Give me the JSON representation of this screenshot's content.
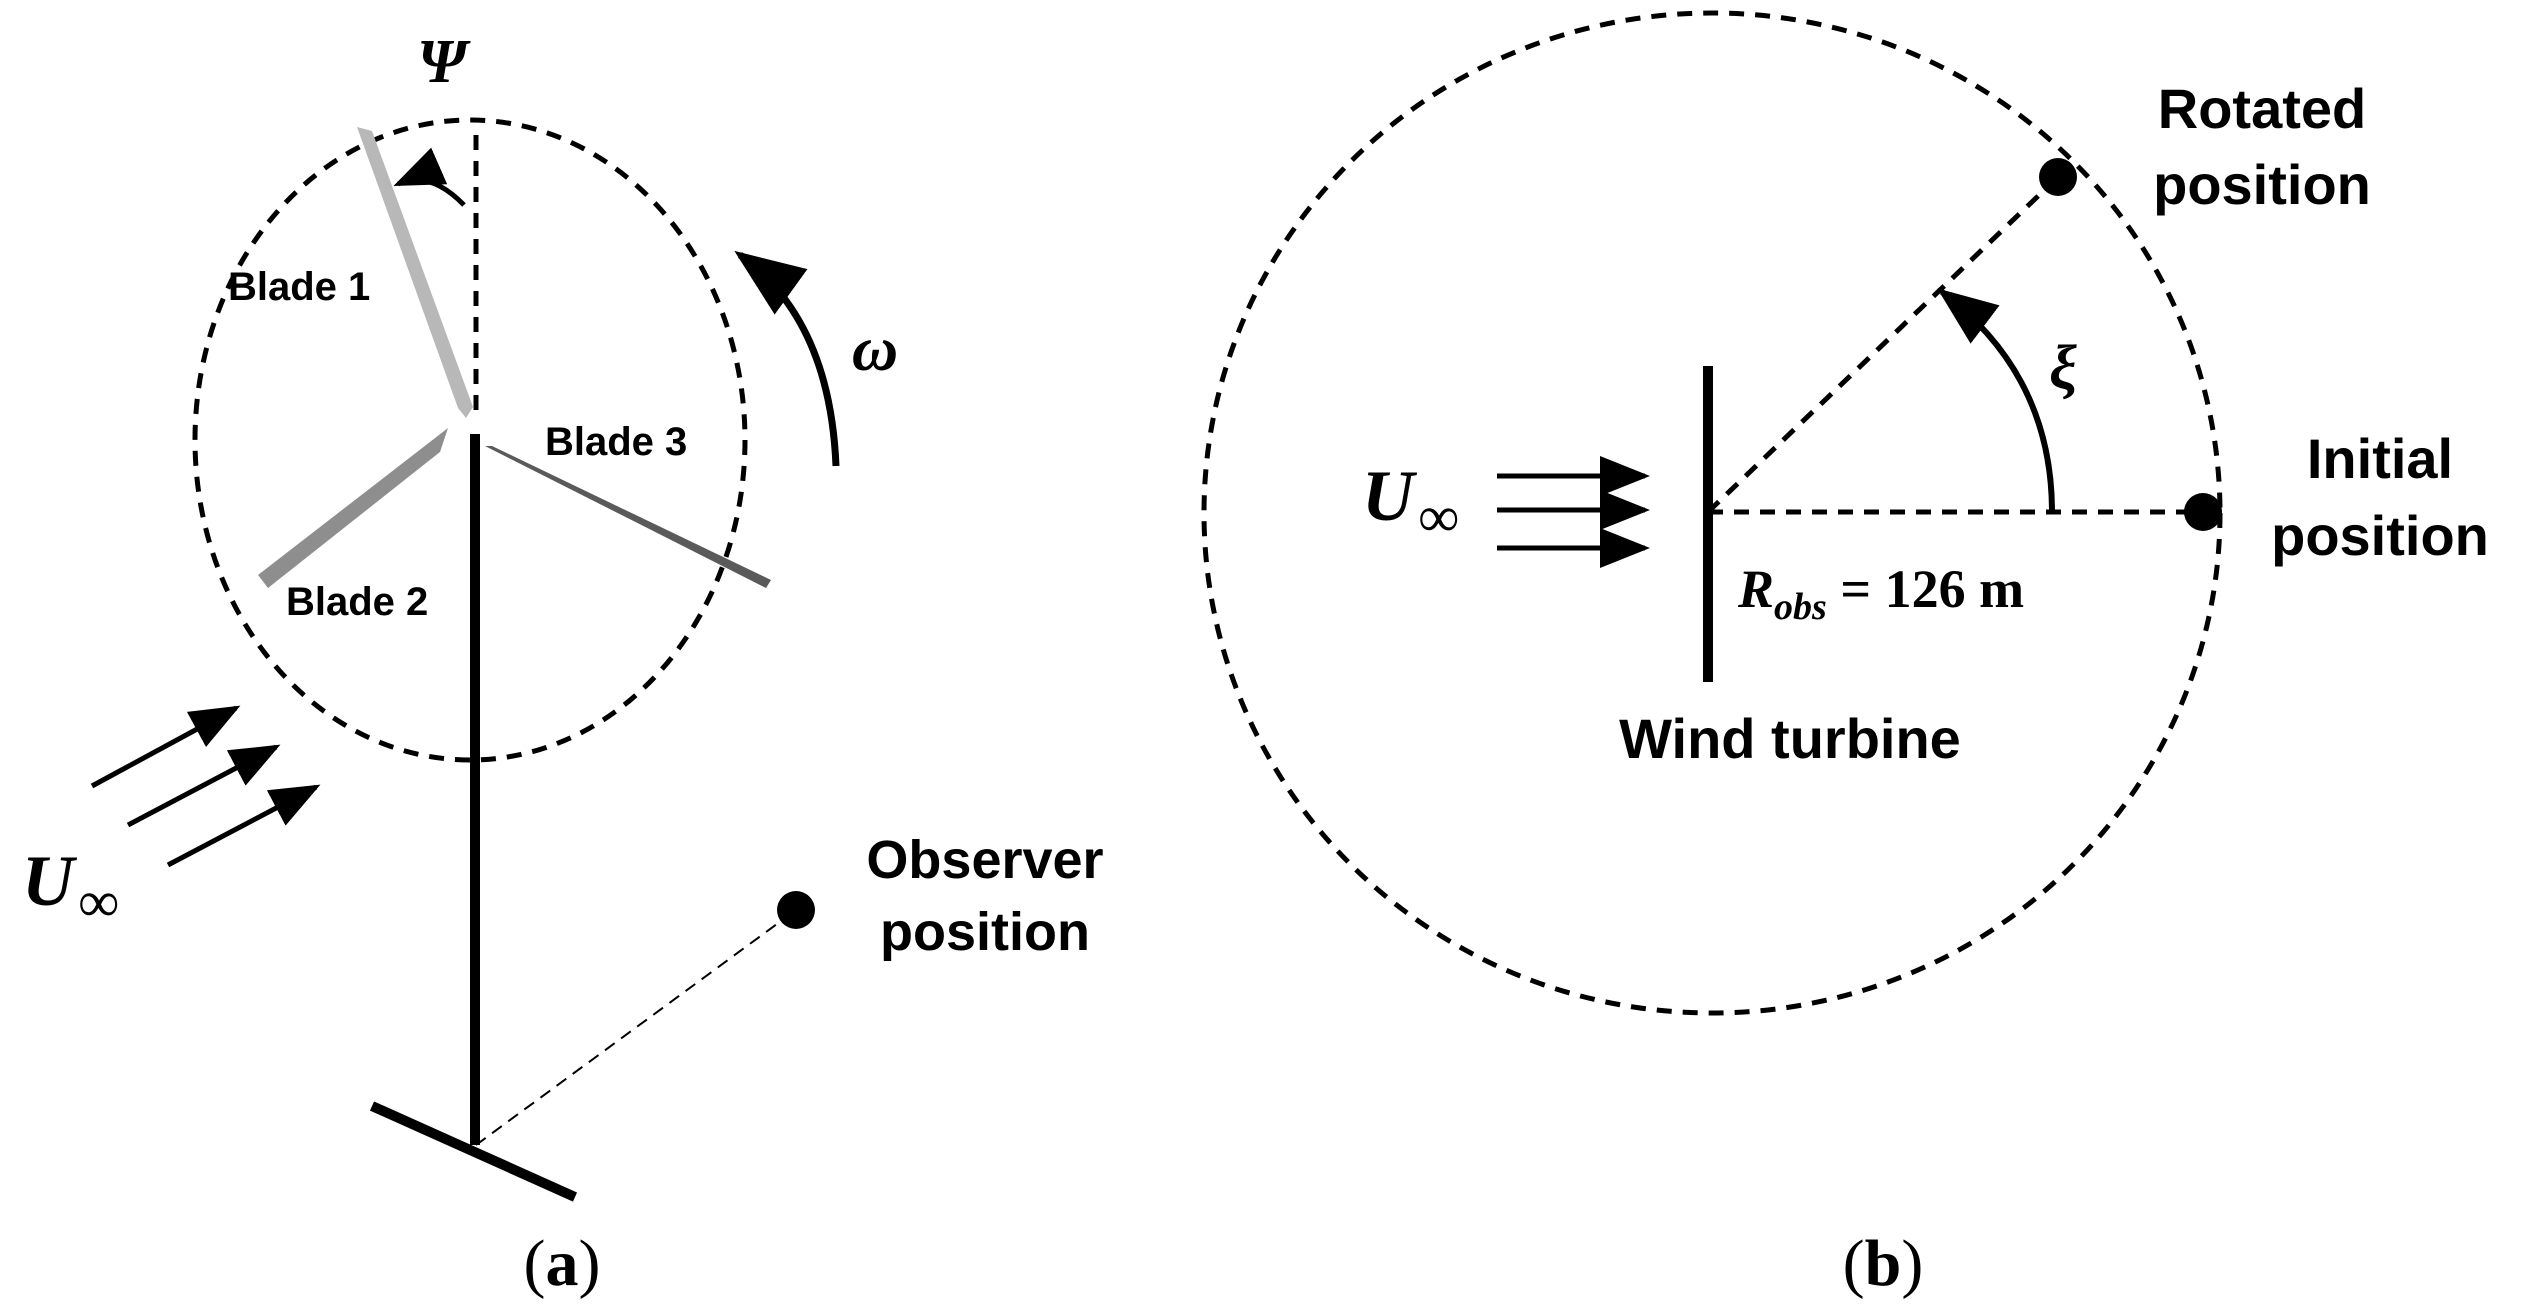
{
  "panel_a": {
    "psi_symbol": "Ψ",
    "omega_symbol": "ω",
    "blade_1": "Blade 1",
    "blade_2": "Blade 2",
    "blade_3": "Blade 3",
    "u_symbol": "U",
    "u_subscript": "∞",
    "observer_line1": "Observer",
    "observer_line2": "position",
    "caption_open": "(",
    "caption_letter": "a",
    "caption_close": ")"
  },
  "panel_b": {
    "rotated_line1": "Rotated",
    "rotated_line2": "position",
    "initial_line1": "Initial",
    "initial_line2": "position",
    "xi_symbol": "ξ",
    "u_symbol": "U",
    "u_subscript": "∞",
    "r_symbol": "R",
    "r_subscript": "obs",
    "r_value": " = 126 m",
    "turbine_label": "Wind turbine",
    "caption_open": "(",
    "caption_letter": "b",
    "caption_close": ")"
  },
  "colors": {
    "blade_1": "#b8b8b8",
    "blade_2": "#8e8e8e",
    "blade_3": "#5a5a5a",
    "ink": "#000000"
  }
}
